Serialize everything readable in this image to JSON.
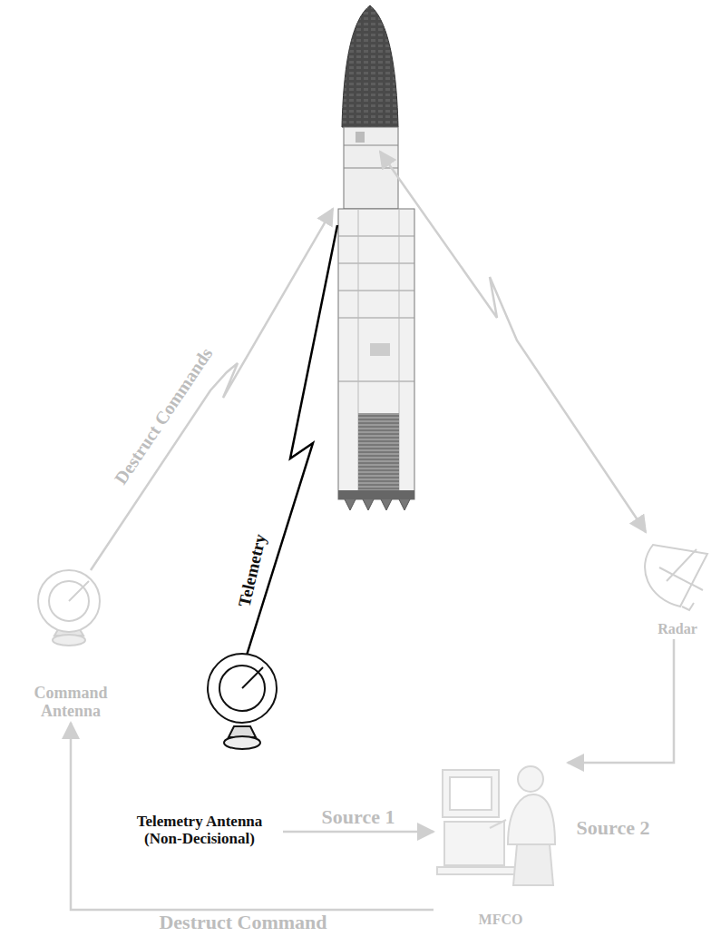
{
  "diagram": {
    "nodes": [
      {
        "text": [
          "Command Antenna"
        ]
      },
      {
        "text": [
          "Telemetry Antenna (Non-Decisional)"
        ]
      },
      {
        "text": [
          "Radar"
        ]
      },
      {
        "text": [
          "MFCO"
        ]
      }
    ],
    "edges": [
      {
        "from": 1,
        "to": 3,
        "arrow": "to",
        "label": "Source 1"
      },
      {
        "from": 2,
        "to": 3,
        "arrow": "to"
      },
      {
        "from": 3,
        "to": 0,
        "arrow": "to",
        "label": "Destruct Command"
      }
    ],
    "labels": [
      "Destruct Commands",
      "Telemetry",
      "Source 2"
    ]
  }
}
